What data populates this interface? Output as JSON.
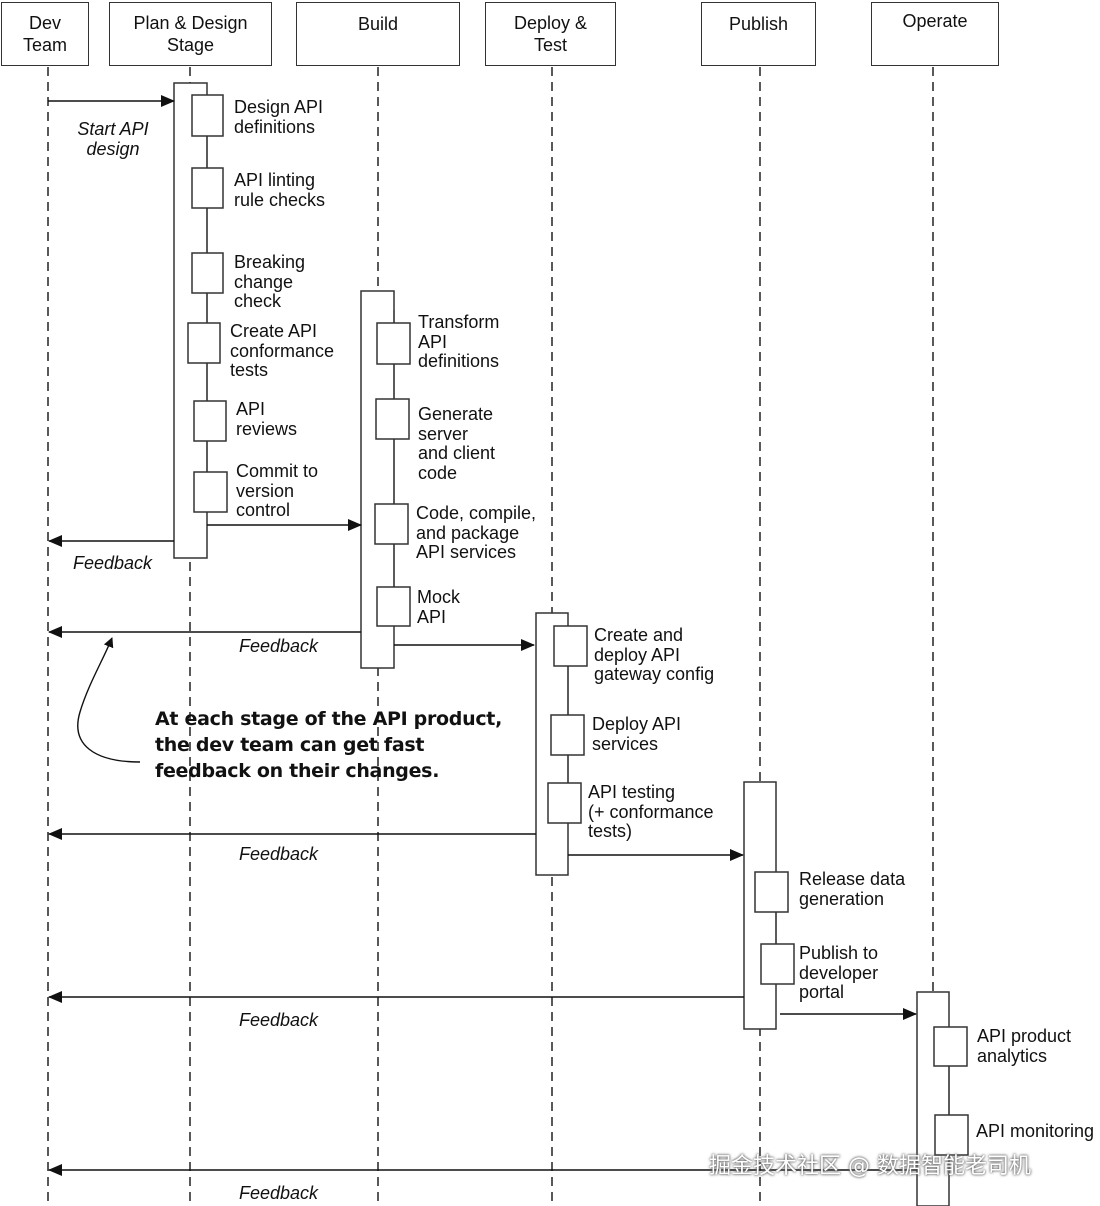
{
  "lanes": [
    {
      "id": "dev",
      "label": "Dev\nTeam"
    },
    {
      "id": "plan",
      "label": "Plan & Design\nStage"
    },
    {
      "id": "build",
      "label": "Build"
    },
    {
      "id": "deploy",
      "label": "Deploy &\nTest"
    },
    {
      "id": "publish",
      "label": "Publish"
    },
    {
      "id": "operate",
      "label": "Operate"
    }
  ],
  "start_label": "Start API\ndesign",
  "steps": {
    "plan": [
      "Design API\ndefinitions",
      "API linting\nrule checks",
      "Breaking\nchange\ncheck",
      "Create API\nconformance\ntests",
      "API\nreviews",
      "Commit to\nversion\ncontrol"
    ],
    "build": [
      "Transform\nAPI\ndefinitions",
      "Generate\nserver\nand client\ncode",
      "Code, compile,\nand package\nAPI services",
      "Mock\nAPI"
    ],
    "deploy": [
      "Create and\ndeploy API\ngateway config",
      "Deploy API\nservices",
      "API testing\n(+ conformance\ntests)"
    ],
    "publish": [
      "Release data\ngeneration",
      "Publish to\ndeveloper\nportal"
    ],
    "operate": [
      "API product\nanalytics",
      "API monitoring"
    ]
  },
  "feedback_label": "Feedback",
  "callout": "At each stage of the API product,\nthe dev team can get fast\nfeedback on their changes.",
  "watermark": "掘金技术社区 @ 数据智能老司机",
  "colors": {
    "line": "#222222",
    "box_border": "#333333",
    "background": "#ffffff"
  }
}
